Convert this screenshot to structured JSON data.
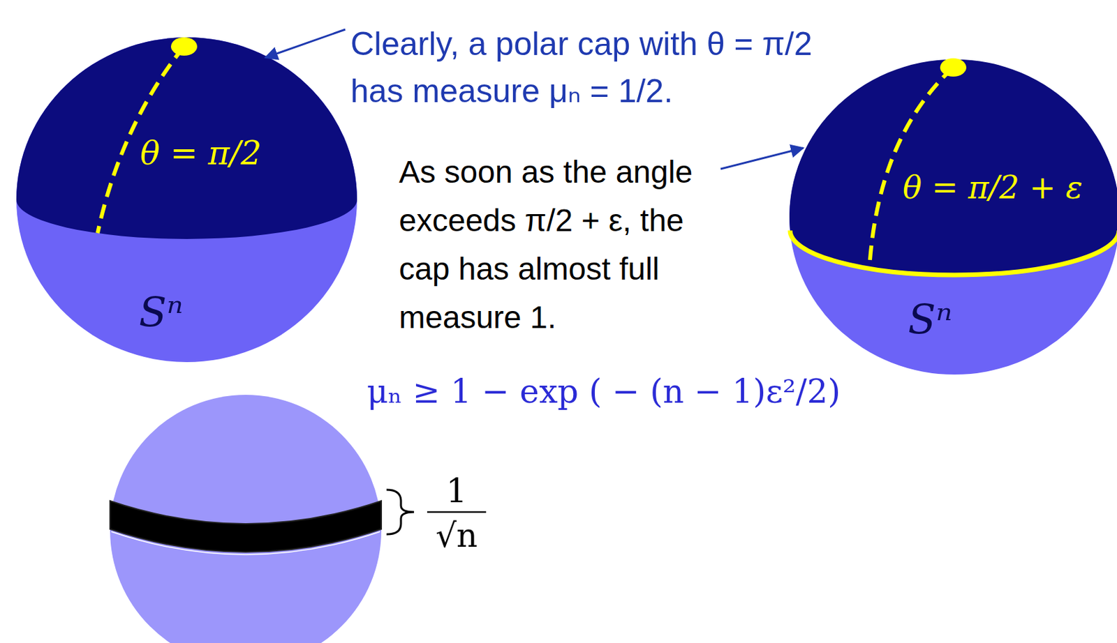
{
  "diagram": {
    "nodes": [
      {
        "text": [
          "θ = π/2",
          "Sⁿ"
        ]
      },
      {
        "text": [
          "θ = π/2 + ε",
          "Sⁿ"
        ]
      }
    ],
    "labels": [
      "Clearly, a polar cap with θ = π/2 has measure μₙ = 1/2.",
      "As soon as the angle exceeds π/2 + ε, the cap has almost full measure 1.",
      "μₙ ≥ 1 − exp ( − (n − 1)ε²/2)",
      "1",
      "√n"
    ]
  }
}
